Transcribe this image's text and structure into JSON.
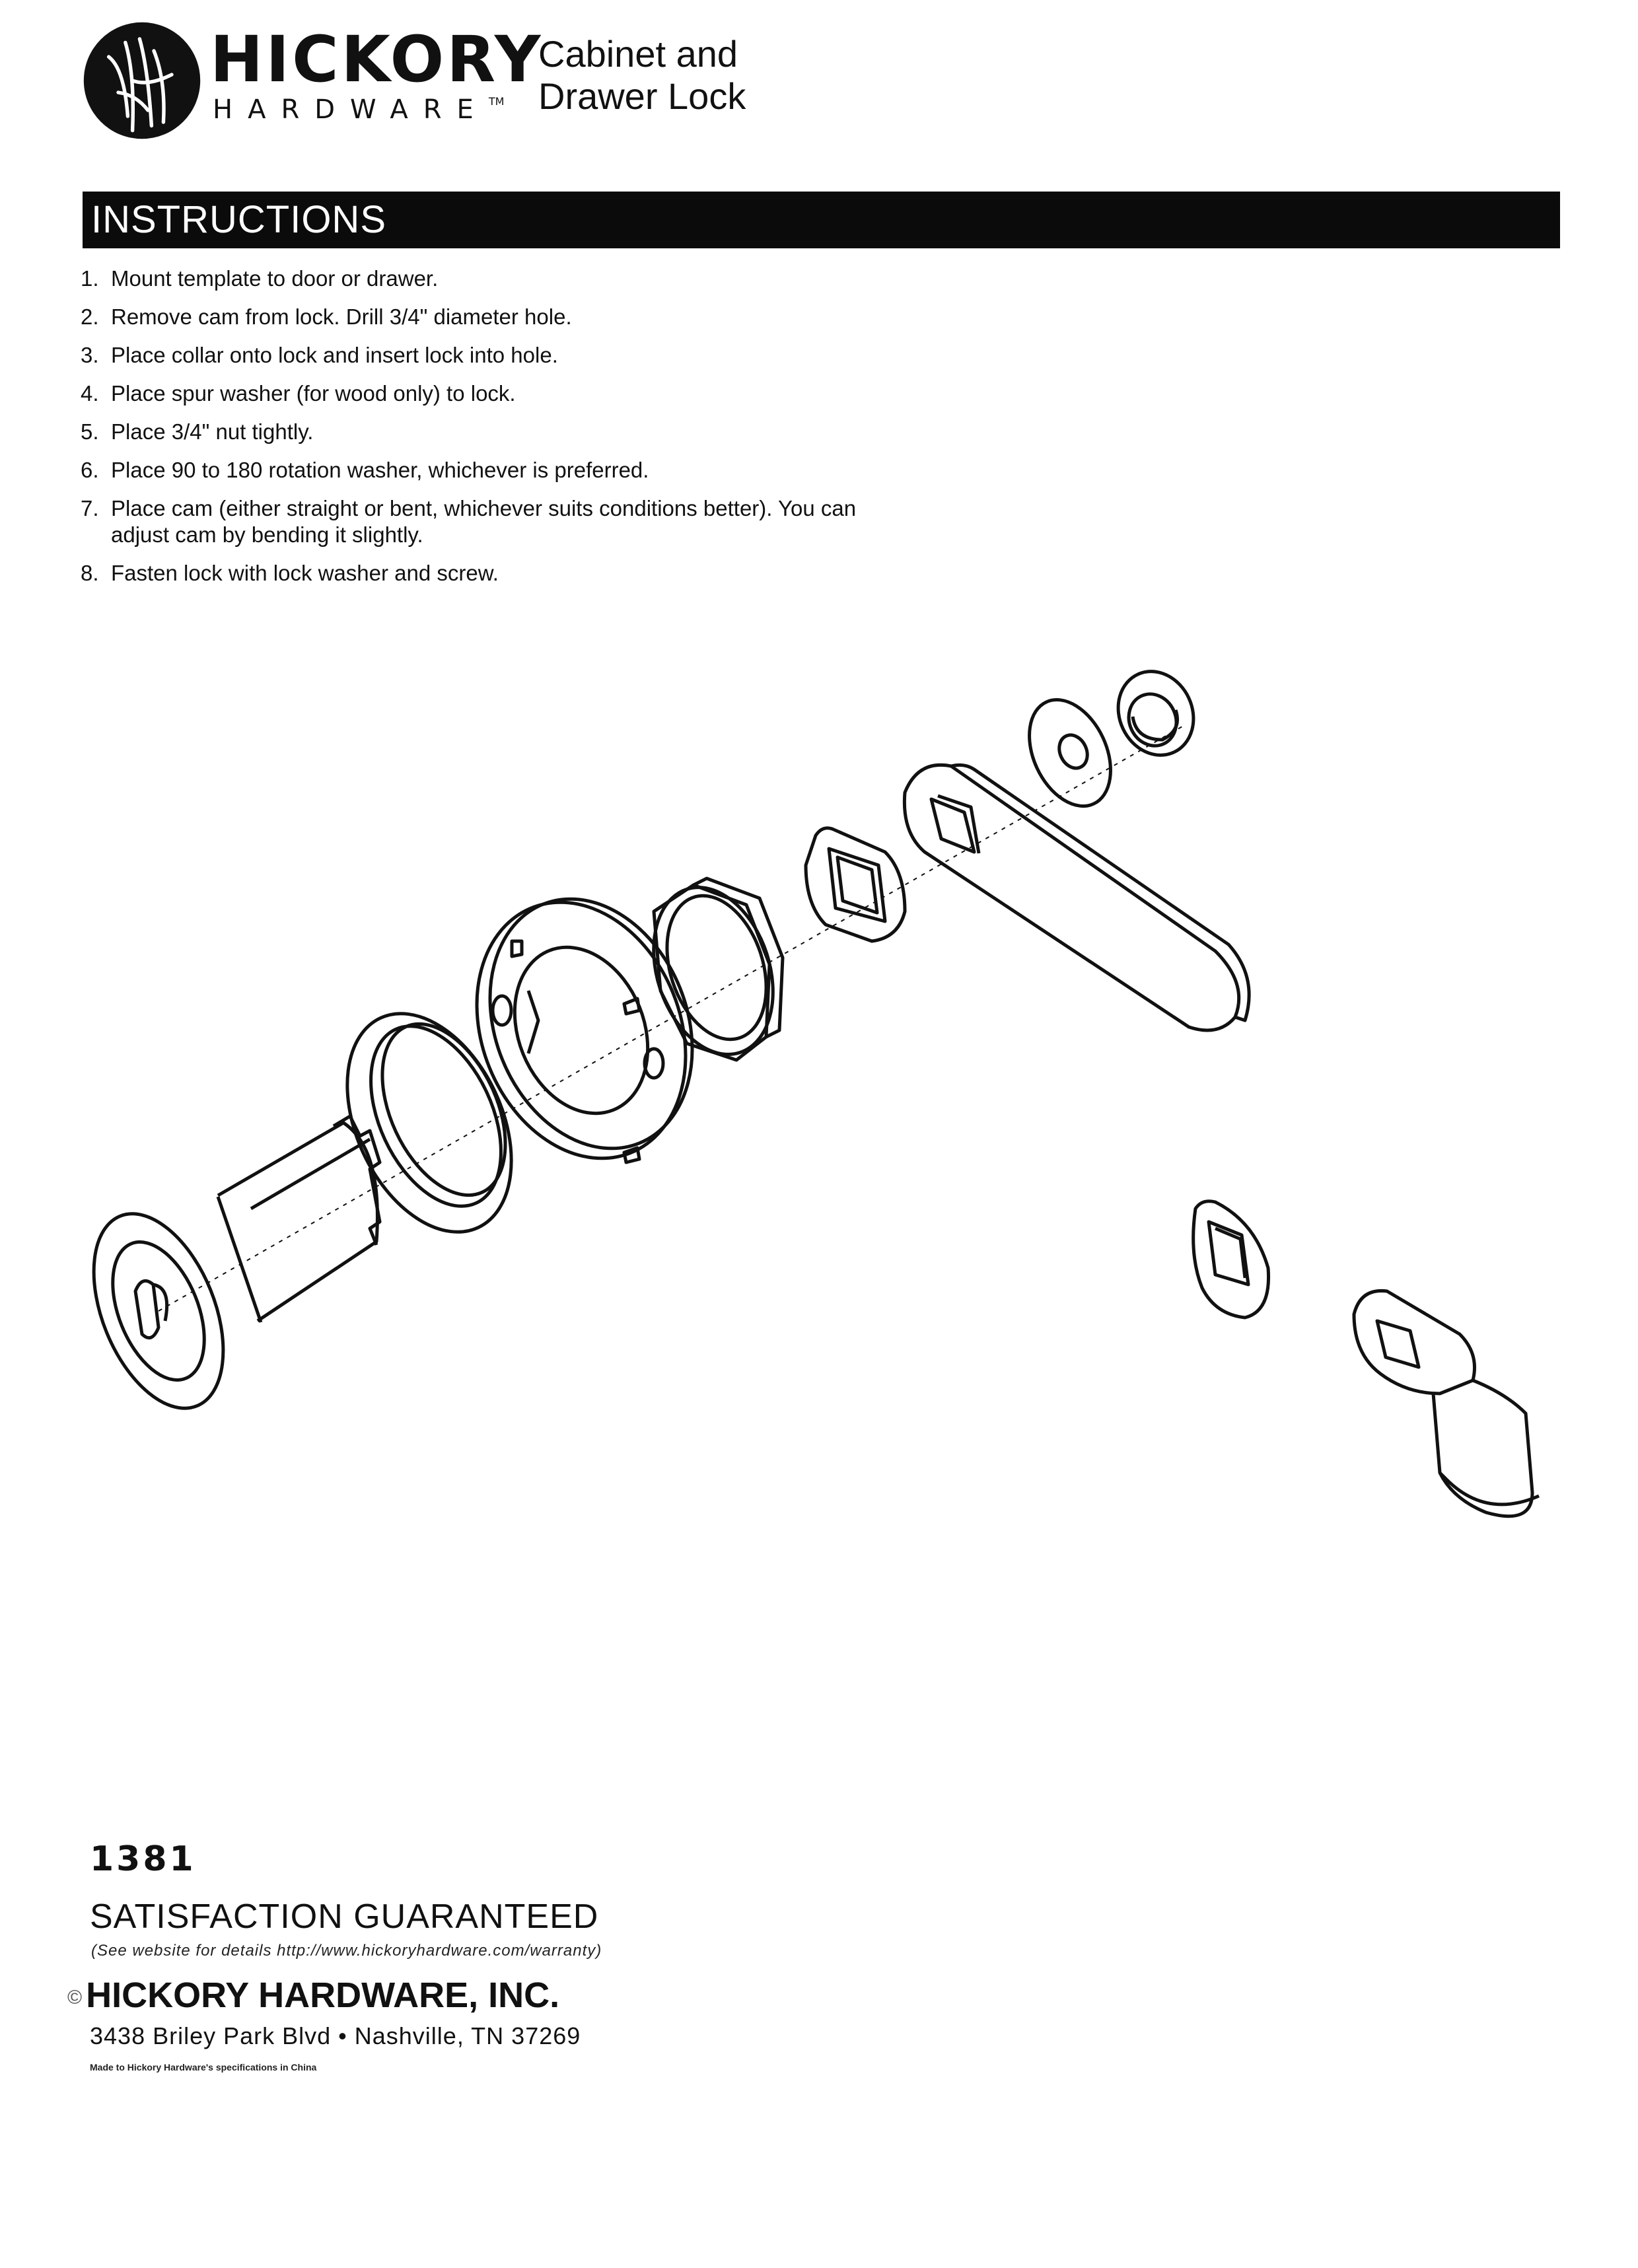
{
  "header": {
    "brand_name": "HICKORY",
    "brand_sub": "HARDWARE",
    "brand_tm": "TM",
    "title_line1": "Cabinet and",
    "title_line2": "Drawer Lock"
  },
  "instructions": {
    "heading": "INSTRUCTIONS",
    "steps": [
      {
        "num": "1.",
        "text": "Mount template to door or drawer."
      },
      {
        "num": "2.",
        "text": "Remove cam from lock. Drill 3/4\" diameter hole."
      },
      {
        "num": "3.",
        "text": "Place collar onto lock and insert lock into hole."
      },
      {
        "num": "4.",
        "text": "Place spur washer (for wood only) to lock."
      },
      {
        "num": "5.",
        "text": "Place 3/4\" nut tightly."
      },
      {
        "num": "6.",
        "text": "Place 90 to 180 rotation washer, whichever is preferred."
      },
      {
        "num": "7.",
        "text": "Place cam (either straight or bent, whichever suits conditions better). You can adjust cam by bending it slightly."
      },
      {
        "num": "8.",
        "text": "Fasten lock with lock washer and screw."
      }
    ]
  },
  "footer": {
    "model_number": "1381",
    "guarantee": "SATISFACTION GUARANTEED",
    "guarantee_note": "(See website for details http://www.hickoryhardware.com/warranty)",
    "copyright_symbol": "©",
    "company_name": "HICKORY HARDWARE, INC.",
    "address": "3438 Briley Park Blvd • Nashville, TN 37269",
    "made_note": "Made to Hickory Hardware's specifications in China"
  },
  "colors": {
    "ink": "#111111",
    "bar": "#0b0b0b",
    "bar_text": "#ffffff"
  },
  "icons": {
    "logo": "hickory-leaf-logo-icon"
  }
}
